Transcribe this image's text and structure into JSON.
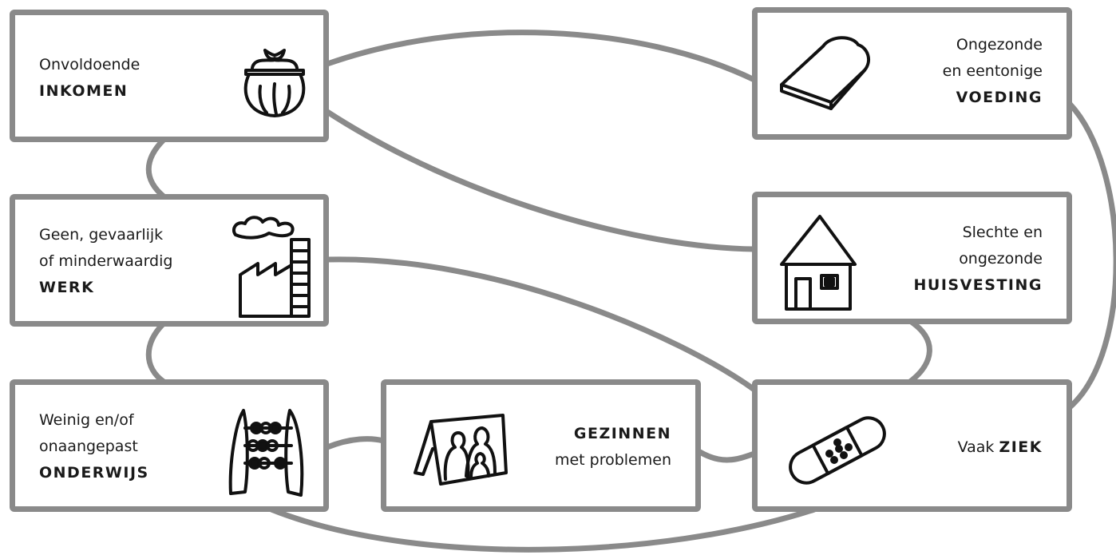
{
  "boxes": {
    "inkomen": {
      "lines": [
        "Onvoldoende"
      ],
      "bold": "INKOMEN",
      "icon": "purse-icon"
    },
    "werk": {
      "lines": [
        "Geen, gevaarlijk",
        "of minderwaardig"
      ],
      "bold": "WERK",
      "icon": "factory-icon"
    },
    "onderwijs": {
      "lines": [
        "Weinig en/of",
        "onaangepast"
      ],
      "bold": "ONDERWIJS",
      "icon": "abacus-icon"
    },
    "gezinnen": {
      "bold": "GEZINNEN",
      "lines": [
        "met problemen"
      ],
      "icon": "family-photo-icon"
    },
    "voeding": {
      "lines": [
        "Ongezonde",
        "en eentonige"
      ],
      "bold": "VOEDING",
      "icon": "bread-icon"
    },
    "huisvesting": {
      "lines": [
        "Slechte en",
        "ongezonde"
      ],
      "bold": "HUISVESTING",
      "icon": "house-icon"
    },
    "ziek": {
      "prefix": "Vaak",
      "bold": "ZIEK",
      "icon": "bandage-icon"
    }
  },
  "colors": {
    "border": "#8a8a8a",
    "text": "#1a1a1a"
  }
}
